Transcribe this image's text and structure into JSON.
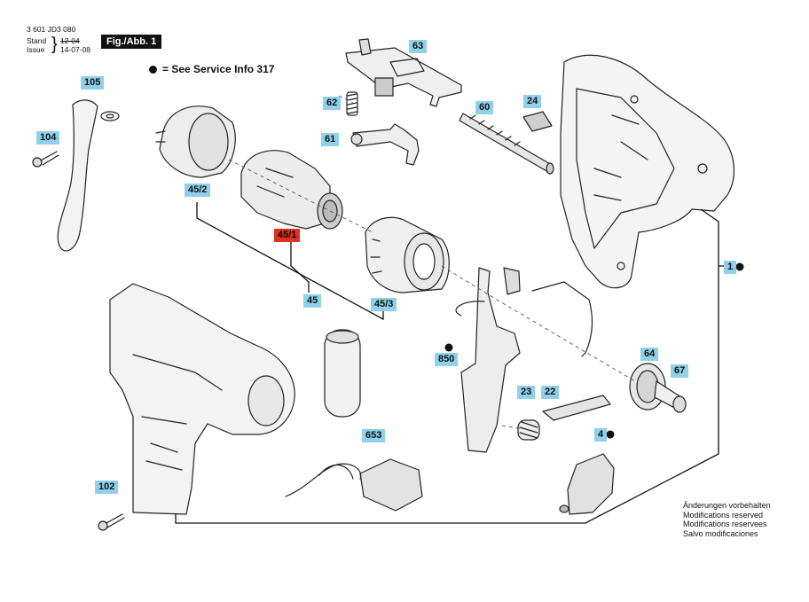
{
  "header": {
    "doc_number": "3 601 JD3 080",
    "stand_label": "Stand",
    "issue_label": "Issue",
    "stand_value": "12-04",
    "issue_value": "14-07-08",
    "figure_label": "Fig./Abb. 1"
  },
  "legend_note": "= See Service Info 317",
  "parts": {
    "p105": "105",
    "p104": "104",
    "p63": "63",
    "p62": "62",
    "p61": "61",
    "p60": "60",
    "p24": "24",
    "p45_2": "45/2",
    "p45_1": "45/1",
    "p45": "45",
    "p45_3": "45/3",
    "p1": "1",
    "p850": "850",
    "p64": "64",
    "p67": "67",
    "p23": "23",
    "p22": "22",
    "p4": "4",
    "p653": "653",
    "p102": "102"
  },
  "footer": {
    "line1": "Änderungen vorbehalten",
    "line2": "Modifications reserved",
    "line3": "Modifications reservees",
    "line4": "Salvo modificaciones"
  },
  "colors": {
    "label_bg": "#8fd0ea",
    "highlight_bg": "#e0301e"
  }
}
